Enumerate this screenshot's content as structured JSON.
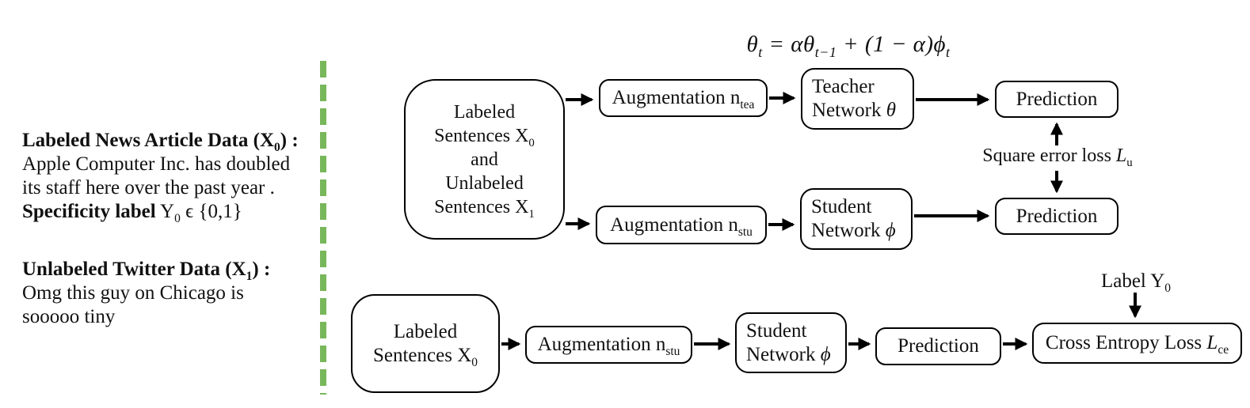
{
  "colors": {
    "divider_green": "#78b75a",
    "stroke": "#000000",
    "background": "#ffffff"
  },
  "left_panel": {
    "news": {
      "title_pre": "Labeled News Article Data (X",
      "title_sub": "0",
      "title_post": ") :",
      "body_line1": "Apple Computer Inc. has doubled",
      "body_line2": "its staff here over the past year .",
      "label_bold": "Specificity label",
      "label_pre": " Y",
      "label_sub": "0",
      "label_post": " ϵ {0,1}"
    },
    "twitter": {
      "title_pre": "Unlabeled Twitter Data (X",
      "title_sub": "1",
      "title_post": ") :",
      "body_line1": "Omg this guy on Chicago is",
      "body_line2": "sooooo tiny"
    }
  },
  "ema_formula": {
    "theta": "θ",
    "theta_sub": "t",
    "mid": " = αθ",
    "mid_sub": "t−1",
    "tail": " + (1 − α)ϕ",
    "tail_sub": "t"
  },
  "teacher_student_flow": {
    "source_box": {
      "line1": "Labeled",
      "line2_pre": "Sentences X",
      "line2_sub": "0",
      "line3": "and",
      "line4": "Unlabeled",
      "line5_pre": "Sentences X",
      "line5_sub": "1"
    },
    "augmentation_teacher": {
      "pre": "Augmentation n",
      "sub": "tea"
    },
    "teacher_network": {
      "line1": "Teacher",
      "line2_pre": "Network ",
      "line2_symbol": "θ"
    },
    "prediction_teacher": "Prediction",
    "square_error_loss": {
      "pre": "Square error loss ",
      "symbol": "L",
      "sub": "u"
    },
    "augmentation_student": {
      "pre": "Augmentation n",
      "sub": "stu"
    },
    "student_network": {
      "line1": "Student",
      "line2_pre": "Network ",
      "line2_symbol": "ϕ"
    },
    "prediction_student": "Prediction"
  },
  "supervised_flow": {
    "source_box": {
      "line1": "Labeled",
      "line2_pre": "Sentences X",
      "line2_sub": "0"
    },
    "augmentation": {
      "pre": "Augmentation n",
      "sub": "stu"
    },
    "student_network": {
      "line1": "Student",
      "line2_pre": "Network ",
      "line2_symbol": "ϕ"
    },
    "prediction": "Prediction",
    "cross_entropy_loss": {
      "pre": "Cross Entropy Loss ",
      "symbol": "L",
      "sub": "ce"
    },
    "label": {
      "pre": "Label Y",
      "sub": "0"
    }
  }
}
